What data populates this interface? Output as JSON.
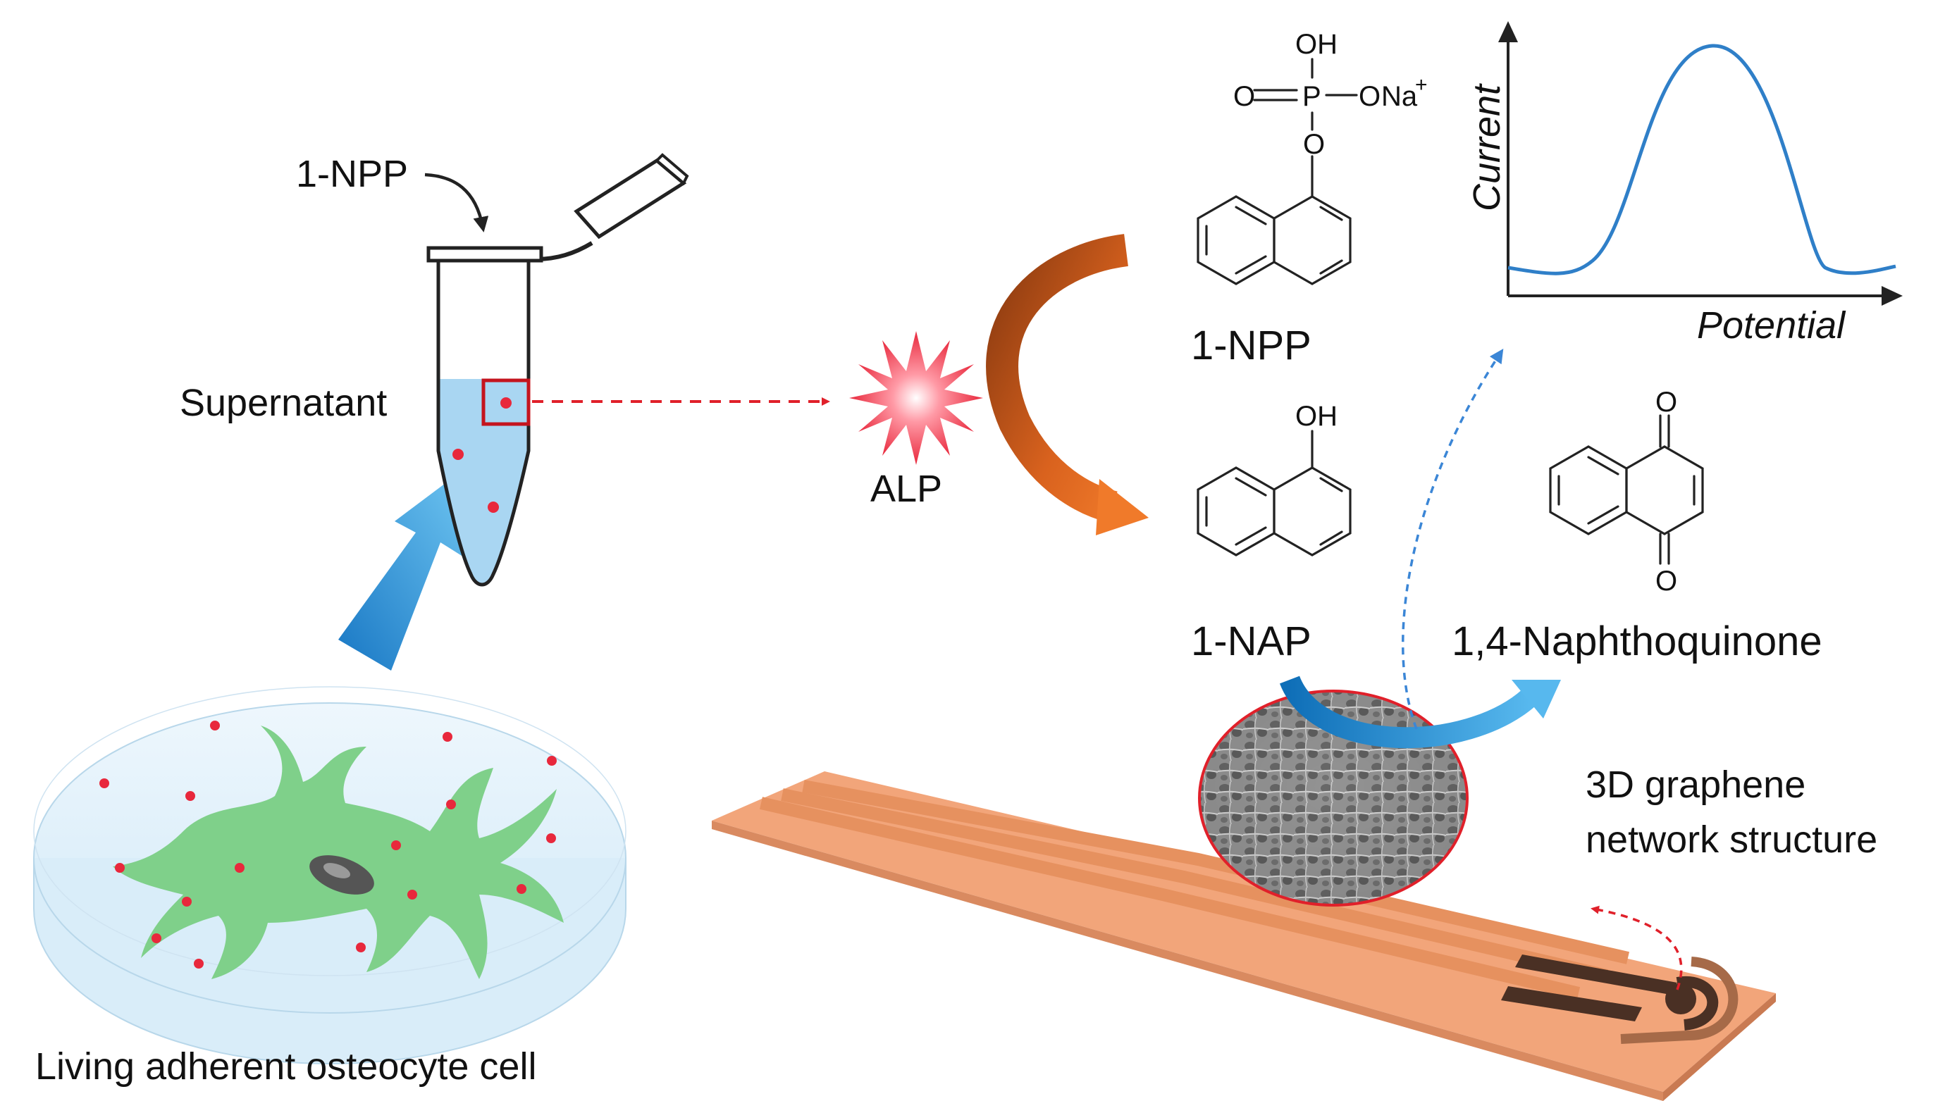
{
  "labels": {
    "substrate_top": "1-NPP",
    "supernatant": "Supernatant",
    "enzyme": "ALP",
    "substrate": "1-NPP",
    "product": "1-NAP",
    "oxidized_product": "1,4-Naphthoquinone",
    "graphene_line1": "3D graphene",
    "graphene_line2": "network structure",
    "cells": "Living adherent osteocyte cell",
    "y_axis": "Current",
    "x_axis": "Potential"
  },
  "chem": {
    "oh": "OH",
    "o": "O",
    "p": "P",
    "na": "Na",
    "plus": "+"
  },
  "colors": {
    "liquid": "#a9d6f2",
    "alp_red": "#e8283c",
    "dashed_red": "#e0202a",
    "dashed_blue": "#3b86d6",
    "arrow_orange": "#c8541a",
    "arrow_blue": "#1f8fd8",
    "electrode_base": "#f2a57a",
    "electrode_dark": "#4a3024",
    "cell_green": "#7fd08a",
    "curve_blue": "#2f7fc8"
  },
  "icons": [
    "alp-burst-icon",
    "tube-icon",
    "petri-dish-icon",
    "electrode-icon"
  ]
}
